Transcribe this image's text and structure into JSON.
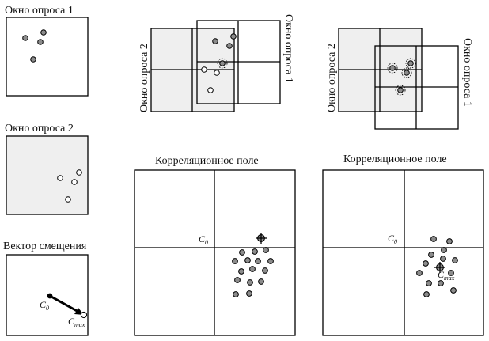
{
  "labels": {
    "window1": "Окно опроса 1",
    "window2": "Окно опроса 2",
    "displacement": "Вектор смещения",
    "corr_field_1": "Корреляционное поле",
    "corr_field_2": "Корреляционное поле",
    "overlap1_w2": "Окно опроса 2",
    "overlap1_w1": "Окно опроса 1",
    "overlap2_w2": "Окно опроса 2",
    "overlap2_w1": "Окно опроса 1"
  },
  "symbols": {
    "c": "C",
    "zero": "0",
    "max": "max"
  },
  "colors": {
    "frame": "#000000",
    "shade": "#efefef",
    "dot_fill": "#8c8c8c",
    "open_dot_fill": "#ffffff"
  }
}
